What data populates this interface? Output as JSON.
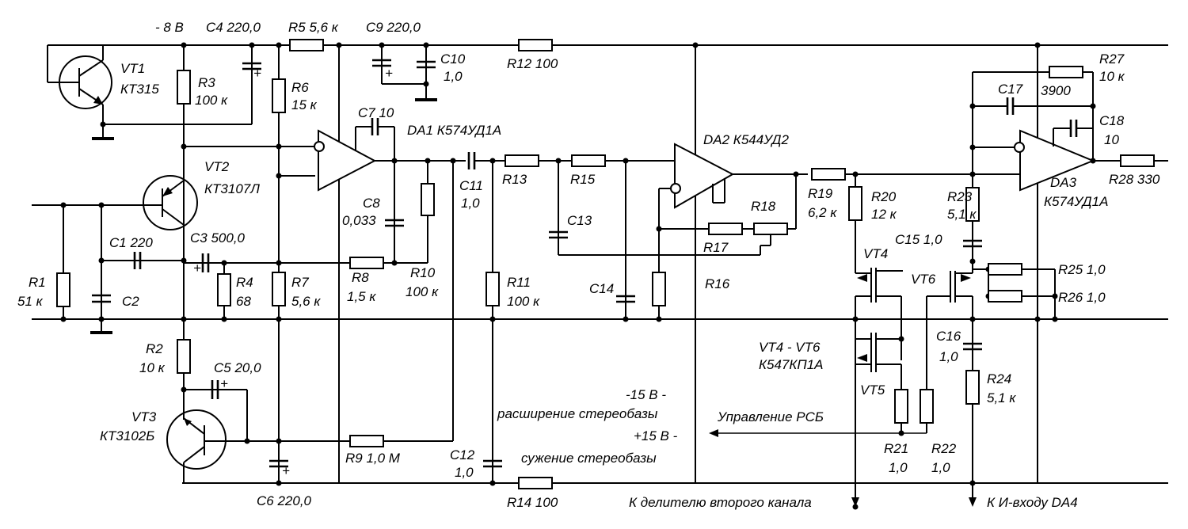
{
  "supply": {
    "neg8": "- 8 В"
  },
  "transistors": {
    "vt1": {
      "ref": "VT1",
      "type": "КТ315"
    },
    "vt2": {
      "ref": "VT2",
      "type": "КТ3107Л"
    },
    "vt3": {
      "ref": "VT3",
      "type": "КТ3102Б"
    },
    "vt4": "VT4",
    "vt5": "VT5",
    "vt6": "VT6",
    "vt46_range": "VT4 - VT6",
    "vt46_type": "К547КП1А"
  },
  "opamps": {
    "da1": "DA1 К574УД1А",
    "da2": "DA2  К544УД2",
    "da3": "DA3",
    "da3_type": "К574УД1А"
  },
  "resistors": {
    "r1": "R1",
    "r1v": "51 к",
    "r2": "R2",
    "r2v": "10 к",
    "r3": "R3",
    "r3v": "100 к",
    "r4": "R4",
    "r4v": "68",
    "r5": "R5   5,6 к",
    "r6": "R6",
    "r6v": "15 к",
    "r7": "R7",
    "r7v": "5,6 к",
    "r8": "R8",
    "r8v": "1,5 к",
    "r9": "R9  1,0 М",
    "r10": "R10",
    "r10v": "100 к",
    "r11": "R11",
    "r11v": "100 к",
    "r12": "R12 100",
    "r13": "R13",
    "r14": "R14 100",
    "r15": "R15",
    "r16": "R16",
    "r17": "R17",
    "r18": "R18",
    "r19": "R19",
    "r19v": "6,2 к",
    "r20": "R20",
    "r20v": "12 к",
    "r21": "R21",
    "r21v": "1,0",
    "r22": "R22",
    "r22v": "1,0",
    "r23": "R23",
    "r23v": "5,1 к",
    "r24": "R24",
    "r24v": "5,1 к",
    "r25": "R25 1,0",
    "r26": "R26 1,0",
    "r27": "R27",
    "r27v": "10 к",
    "r28": "R28  330",
    "r3900": "3900"
  },
  "capacitors": {
    "c1": "C1   220",
    "c2": "C2",
    "c3": "C3  500,0",
    "c4": "C4  220,0",
    "c5": "C5  20,0",
    "c6": "C6   220,0",
    "c7": "C7  10",
    "c8": "C8",
    "c8v": "0,033",
    "c9": "C9  220,0",
    "c10": "C10",
    "c10v": "1,0",
    "c11": "C11",
    "c11v": "1,0",
    "c12": "C12",
    "c12v": "1,0",
    "c13": "C13",
    "c14": "C14",
    "c15": "C15  1,0",
    "c16": "C16",
    "c16v": "1,0",
    "c17": "C17",
    "c18": "C18",
    "c18v": "10"
  },
  "notes": {
    "neg15": "-15 В -",
    "widen": "расширение стереобазы",
    "pos15": "+15 В -",
    "narrow": "сужение стереобазы",
    "control": "Управление РСБ",
    "divider": "К делителю второго канала",
    "da4": "К И-входу DA4"
  }
}
